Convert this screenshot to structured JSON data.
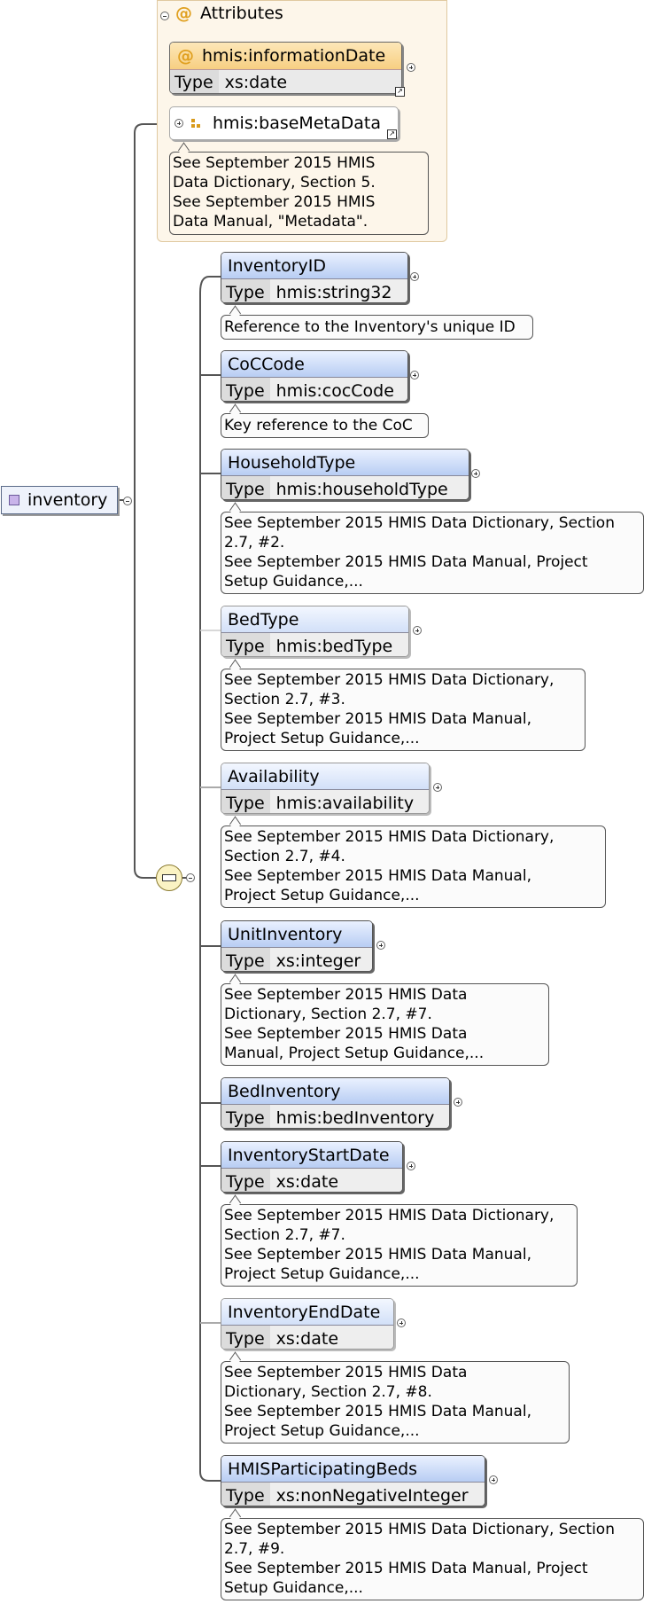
{
  "root": {
    "name": "inventory"
  },
  "attributes": {
    "header": "Attributes",
    "at_symbol": "@",
    "information_date": {
      "name": "hmis:informationDate",
      "type_label": "Type",
      "type": "xs:date"
    },
    "base_metadata": {
      "name": "hmis:baseMetaData"
    },
    "note": "See September 2015 HMIS\nData Dictionary, Section 5.\nSee September 2015 HMIS\nData Manual, \"Metadata\"."
  },
  "elements": [
    {
      "name": "InventoryID",
      "type_label": "Type",
      "type": "hmis:string32",
      "note": "Reference to the Inventory's unique ID"
    },
    {
      "name": "CoCCode",
      "type_label": "Type",
      "type": "hmis:cocCode",
      "note": "Key reference to the CoC"
    },
    {
      "name": "HouseholdType",
      "type_label": "Type",
      "type": "hmis:householdType",
      "note": "See September 2015 HMIS Data Dictionary, Section\n2.7, #2.\nSee September 2015 HMIS Data Manual, Project\nSetup Guidance,..."
    },
    {
      "name": "BedType",
      "type_label": "Type",
      "type": "hmis:bedType",
      "note": "See September 2015 HMIS Data Dictionary,\nSection 2.7, #3.\nSee September 2015 HMIS Data Manual,\nProject Setup Guidance,..."
    },
    {
      "name": "Availability",
      "type_label": "Type",
      "type": "hmis:availability",
      "note": "See September 2015 HMIS Data Dictionary,\nSection 2.7, #4.\nSee September 2015 HMIS Data Manual,\nProject Setup Guidance,..."
    },
    {
      "name": "UnitInventory",
      "type_label": "Type",
      "type": "xs:integer",
      "note": "See September 2015 HMIS Data\nDictionary, Section 2.7, #7.\nSee September 2015 HMIS Data\nManual, Project Setup Guidance,..."
    },
    {
      "name": "BedInventory",
      "type_label": "Type",
      "type": "hmis:bedInventory"
    },
    {
      "name": "InventoryStartDate",
      "type_label": "Type",
      "type": "xs:date",
      "note": "See September 2015 HMIS Data Dictionary,\nSection 2.7, #7.\nSee September 2015 HMIS Data Manual,\nProject Setup Guidance,..."
    },
    {
      "name": "InventoryEndDate",
      "type_label": "Type",
      "type": "xs:date",
      "note": "See September 2015 HMIS Data\nDictionary, Section 2.7, #8.\nSee September 2015 HMIS Data Manual,\nProject Setup Guidance,..."
    },
    {
      "name": "HMISParticipatingBeds",
      "type_label": "Type",
      "type": "xs:nonNegativeInteger",
      "note": "See September 2015 HMIS Data Dictionary, Section\n2.7, #9.\nSee September 2015 HMIS Data Manual, Project\nSetup Guidance,..."
    }
  ]
}
